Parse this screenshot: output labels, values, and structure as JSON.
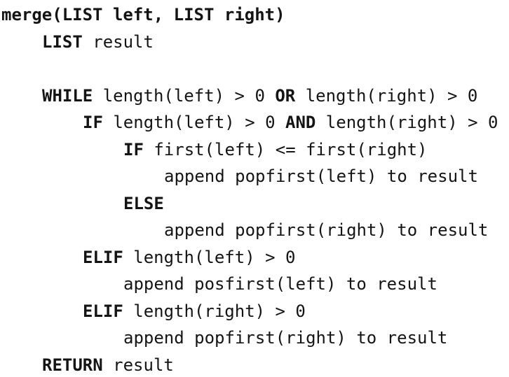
{
  "lines": [
    {
      "indent": 0,
      "parts": [
        {
          "text": "merge(LIST left, LIST right)",
          "bold": true
        }
      ]
    },
    {
      "indent": 1,
      "parts": [
        {
          "text": "LIST",
          "bold": true
        },
        {
          "text": " result",
          "bold": false
        }
      ]
    },
    {
      "indent": 0,
      "parts": []
    },
    {
      "indent": 1,
      "parts": [
        {
          "text": "WHILE",
          "bold": true
        },
        {
          "text": " length(left) > 0 ",
          "bold": false
        },
        {
          "text": "OR",
          "bold": true
        },
        {
          "text": " length(right) > 0",
          "bold": false
        }
      ]
    },
    {
      "indent": 2,
      "parts": [
        {
          "text": "IF",
          "bold": true
        },
        {
          "text": " length(left) > 0 ",
          "bold": false
        },
        {
          "text": "AND",
          "bold": true
        },
        {
          "text": " length(right) > 0",
          "bold": false
        }
      ]
    },
    {
      "indent": 3,
      "parts": [
        {
          "text": "IF",
          "bold": true
        },
        {
          "text": " first(left) <= first(right)",
          "bold": false
        }
      ]
    },
    {
      "indent": 4,
      "parts": [
        {
          "text": "append popfirst(left) to result",
          "bold": false
        }
      ]
    },
    {
      "indent": 3,
      "parts": [
        {
          "text": "ELSE",
          "bold": true
        }
      ]
    },
    {
      "indent": 4,
      "parts": [
        {
          "text": "append popfirst(right) to result",
          "bold": false
        }
      ]
    },
    {
      "indent": 2,
      "parts": [
        {
          "text": "ELIF",
          "bold": true
        },
        {
          "text": " length(left) > 0",
          "bold": false
        }
      ]
    },
    {
      "indent": 3,
      "parts": [
        {
          "text": "append posfirst(left) to result",
          "bold": false
        }
      ]
    },
    {
      "indent": 2,
      "parts": [
        {
          "text": "ELIF",
          "bold": true
        },
        {
          "text": " length(right) > 0",
          "bold": false
        }
      ]
    },
    {
      "indent": 3,
      "parts": [
        {
          "text": "append popfirst(right) to result",
          "bold": false
        }
      ]
    },
    {
      "indent": 1,
      "parts": [
        {
          "text": "RETURN",
          "bold": true
        },
        {
          "text": " result",
          "bold": false
        }
      ]
    }
  ]
}
